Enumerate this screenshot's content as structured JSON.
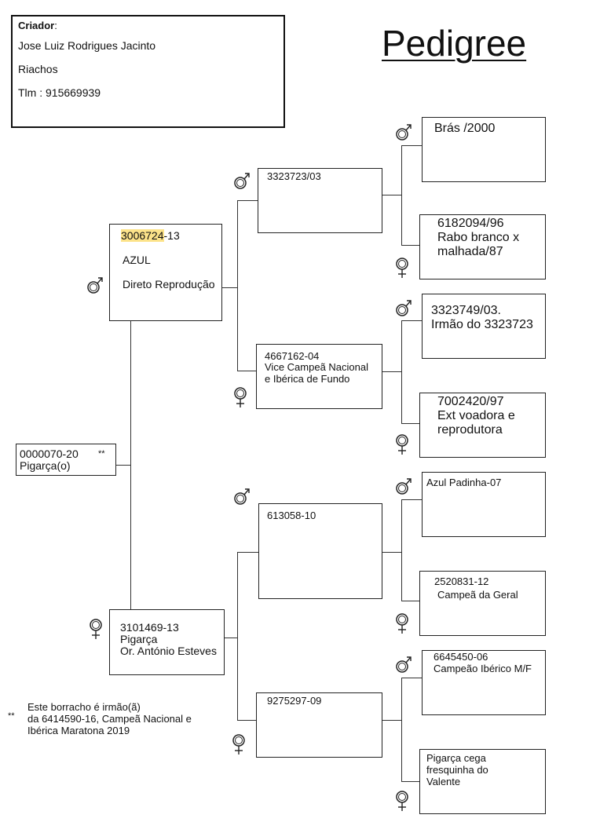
{
  "header": {
    "breeder_label": "Criador",
    "breeder_colon": ":",
    "breeder_name": "Jose Luiz Rodrigues Jacinto",
    "locality": "Riachos",
    "phone": "Tlm : 915669939",
    "title": "Pedigree"
  },
  "subject": {
    "ring": "0000070-20",
    "mark": "**",
    "color": "Pigarça(o)"
  },
  "sire": {
    "ring_highlight": "3006724",
    "ring_rest": "-13",
    "color": "AZUL",
    "note": "Direto Reprodução"
  },
  "dam": {
    "ring": "3101469-13",
    "color": "Pigarça",
    "note": "Or. António Esteves"
  },
  "sire_sire": {
    "line1": "3323723/03"
  },
  "sire_dam": {
    "line1": "4667162-04",
    "line2": "Vice Campeã Nacional",
    "line3": "e Ibérica de Fundo"
  },
  "dam_sire": {
    "line1": "613058-10"
  },
  "dam_dam": {
    "line1": "9275297-09"
  },
  "ss_sire": {
    "line1": "Brás /2000"
  },
  "ss_dam": {
    "line1": "6182094/96",
    "line2": "Rabo branco x",
    "line3": "malhada/87"
  },
  "sd_sire": {
    "line1": "3323749/03.",
    "line2": "Irmão do 3323723"
  },
  "sd_dam": {
    "line1": "7002420/97",
    "line2": "Ext voadora e",
    "line3": "reprodutora"
  },
  "ds_sire": {
    "line1": "Azul Padinha-07"
  },
  "ds_dam": {
    "line1": "2520831-12",
    "line2": "Campeã da Geral"
  },
  "dd_sire": {
    "line1": "6645450-06",
    "line2": "Campeão Ibérico M/F"
  },
  "dd_dam": {
    "line1": "Pigarça cega",
    "line2": "fresquinha do",
    "line3": "Valente"
  },
  "footnote": {
    "mark": "**",
    "line1": "Este borracho é irmão(ã)",
    "line2": "da 6414590-16, Campeã Nacional e",
    "line3": "Ibérica Maratona 2019"
  },
  "icons": {
    "male": "male-symbol-icon",
    "female": "female-symbol-icon"
  }
}
